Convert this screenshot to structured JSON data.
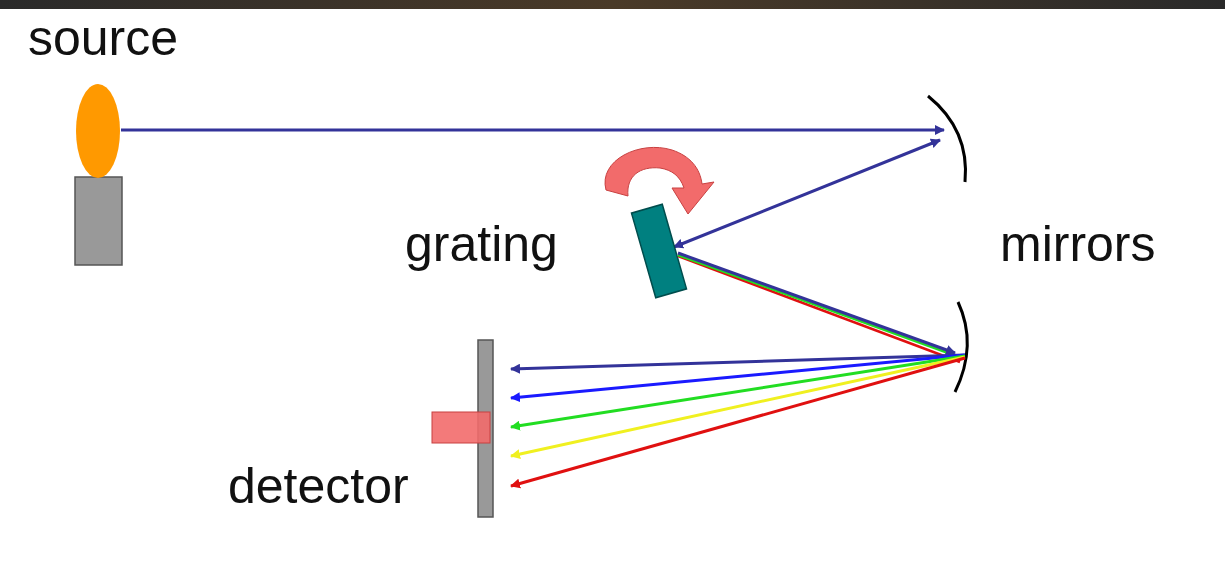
{
  "diagram": {
    "labels": [
      "source",
      "grating",
      "mirrors",
      "detector"
    ]
  }
}
